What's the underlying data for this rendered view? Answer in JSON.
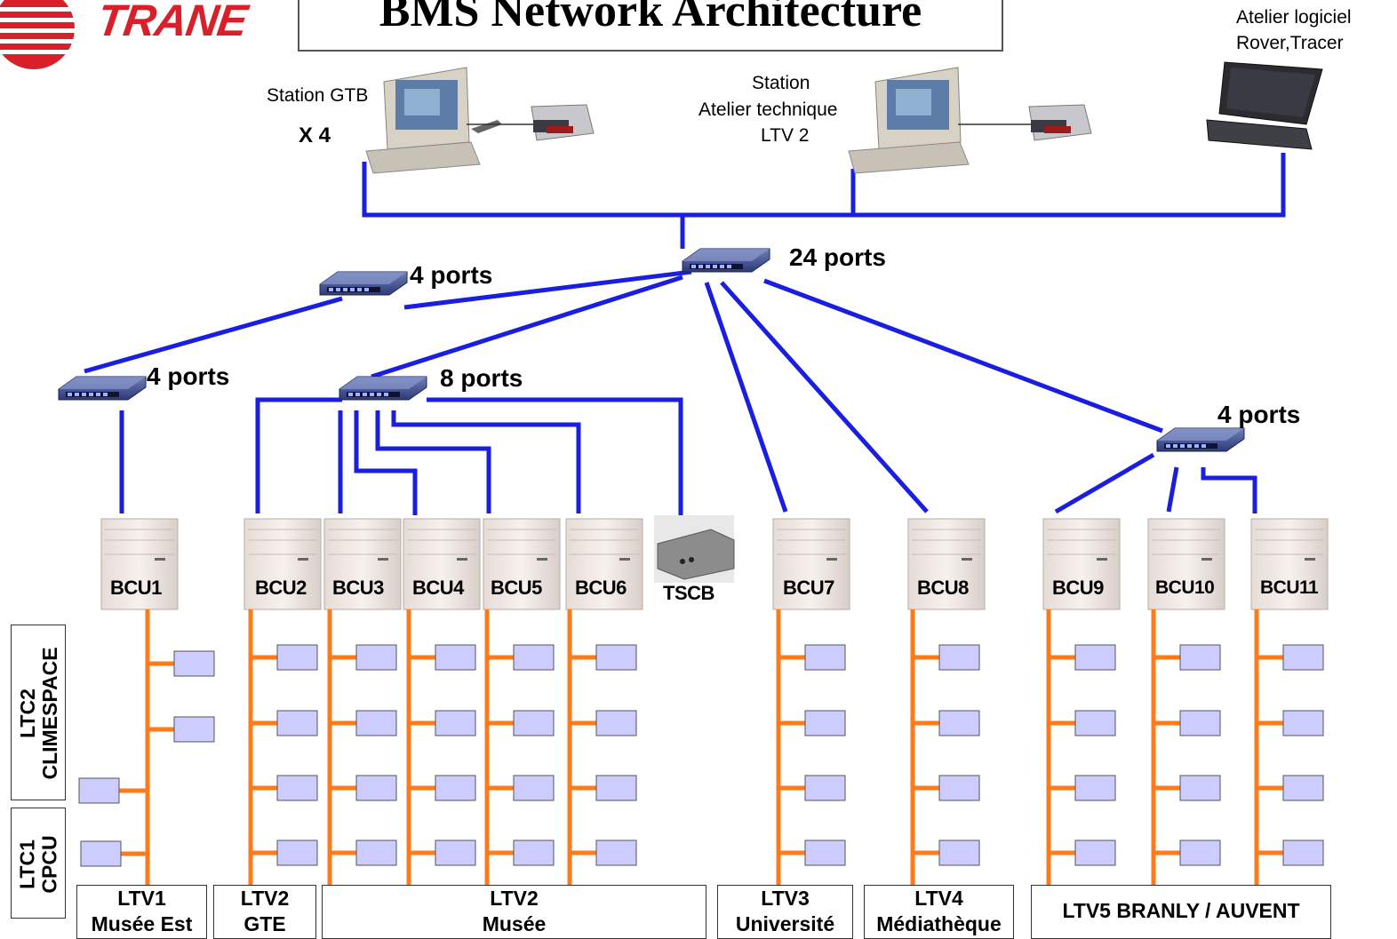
{
  "header": {
    "logo_text": "TRANE",
    "title": "BMS Network Architecture"
  },
  "workstations": {
    "gtb_label": "Station GTB",
    "gtb_count": "X 4",
    "atelier_label_1": "Station",
    "atelier_label_2": "Atelier technique",
    "atelier_label_3": "LTV 2",
    "software_label_1": "Atelier logiciel",
    "software_label_2": "Rover,Tracer"
  },
  "switches": {
    "main": "24 ports",
    "left_upper": "4 ports",
    "left_lower": "4 ports",
    "center": "8 ports",
    "right": "4 ports"
  },
  "controllers": [
    "BCU1",
    "BCU2",
    "BCU3",
    "BCU4",
    "BCU5",
    "BCU6",
    "TSCB",
    "BCU7",
    "BCU8",
    "BCU9",
    "BCU10",
    "BCU11"
  ],
  "side_labels": [
    {
      "line1": "LTC2",
      "line2": "CLIMESPACE"
    },
    {
      "line1": "LTC1",
      "line2": "CPCU"
    }
  ],
  "zones": [
    {
      "line1": "LTV1",
      "line2": "Musée Est"
    },
    {
      "line1": "LTV2",
      "line2": "GTE"
    },
    {
      "line1": "LTV2",
      "line2": "Musée"
    },
    {
      "line1": "LTV3",
      "line2": "Université"
    },
    {
      "line1": "LTV4",
      "line2": "Médiathèque"
    },
    {
      "line1": "LTV5 BRANLY / AUVENT",
      "line2": ""
    }
  ],
  "colors": {
    "network_blue": "#1a1ee0",
    "field_orange": "#ff7a1a",
    "device_fill": "#ccccff",
    "brand_red": "#d8202a"
  }
}
